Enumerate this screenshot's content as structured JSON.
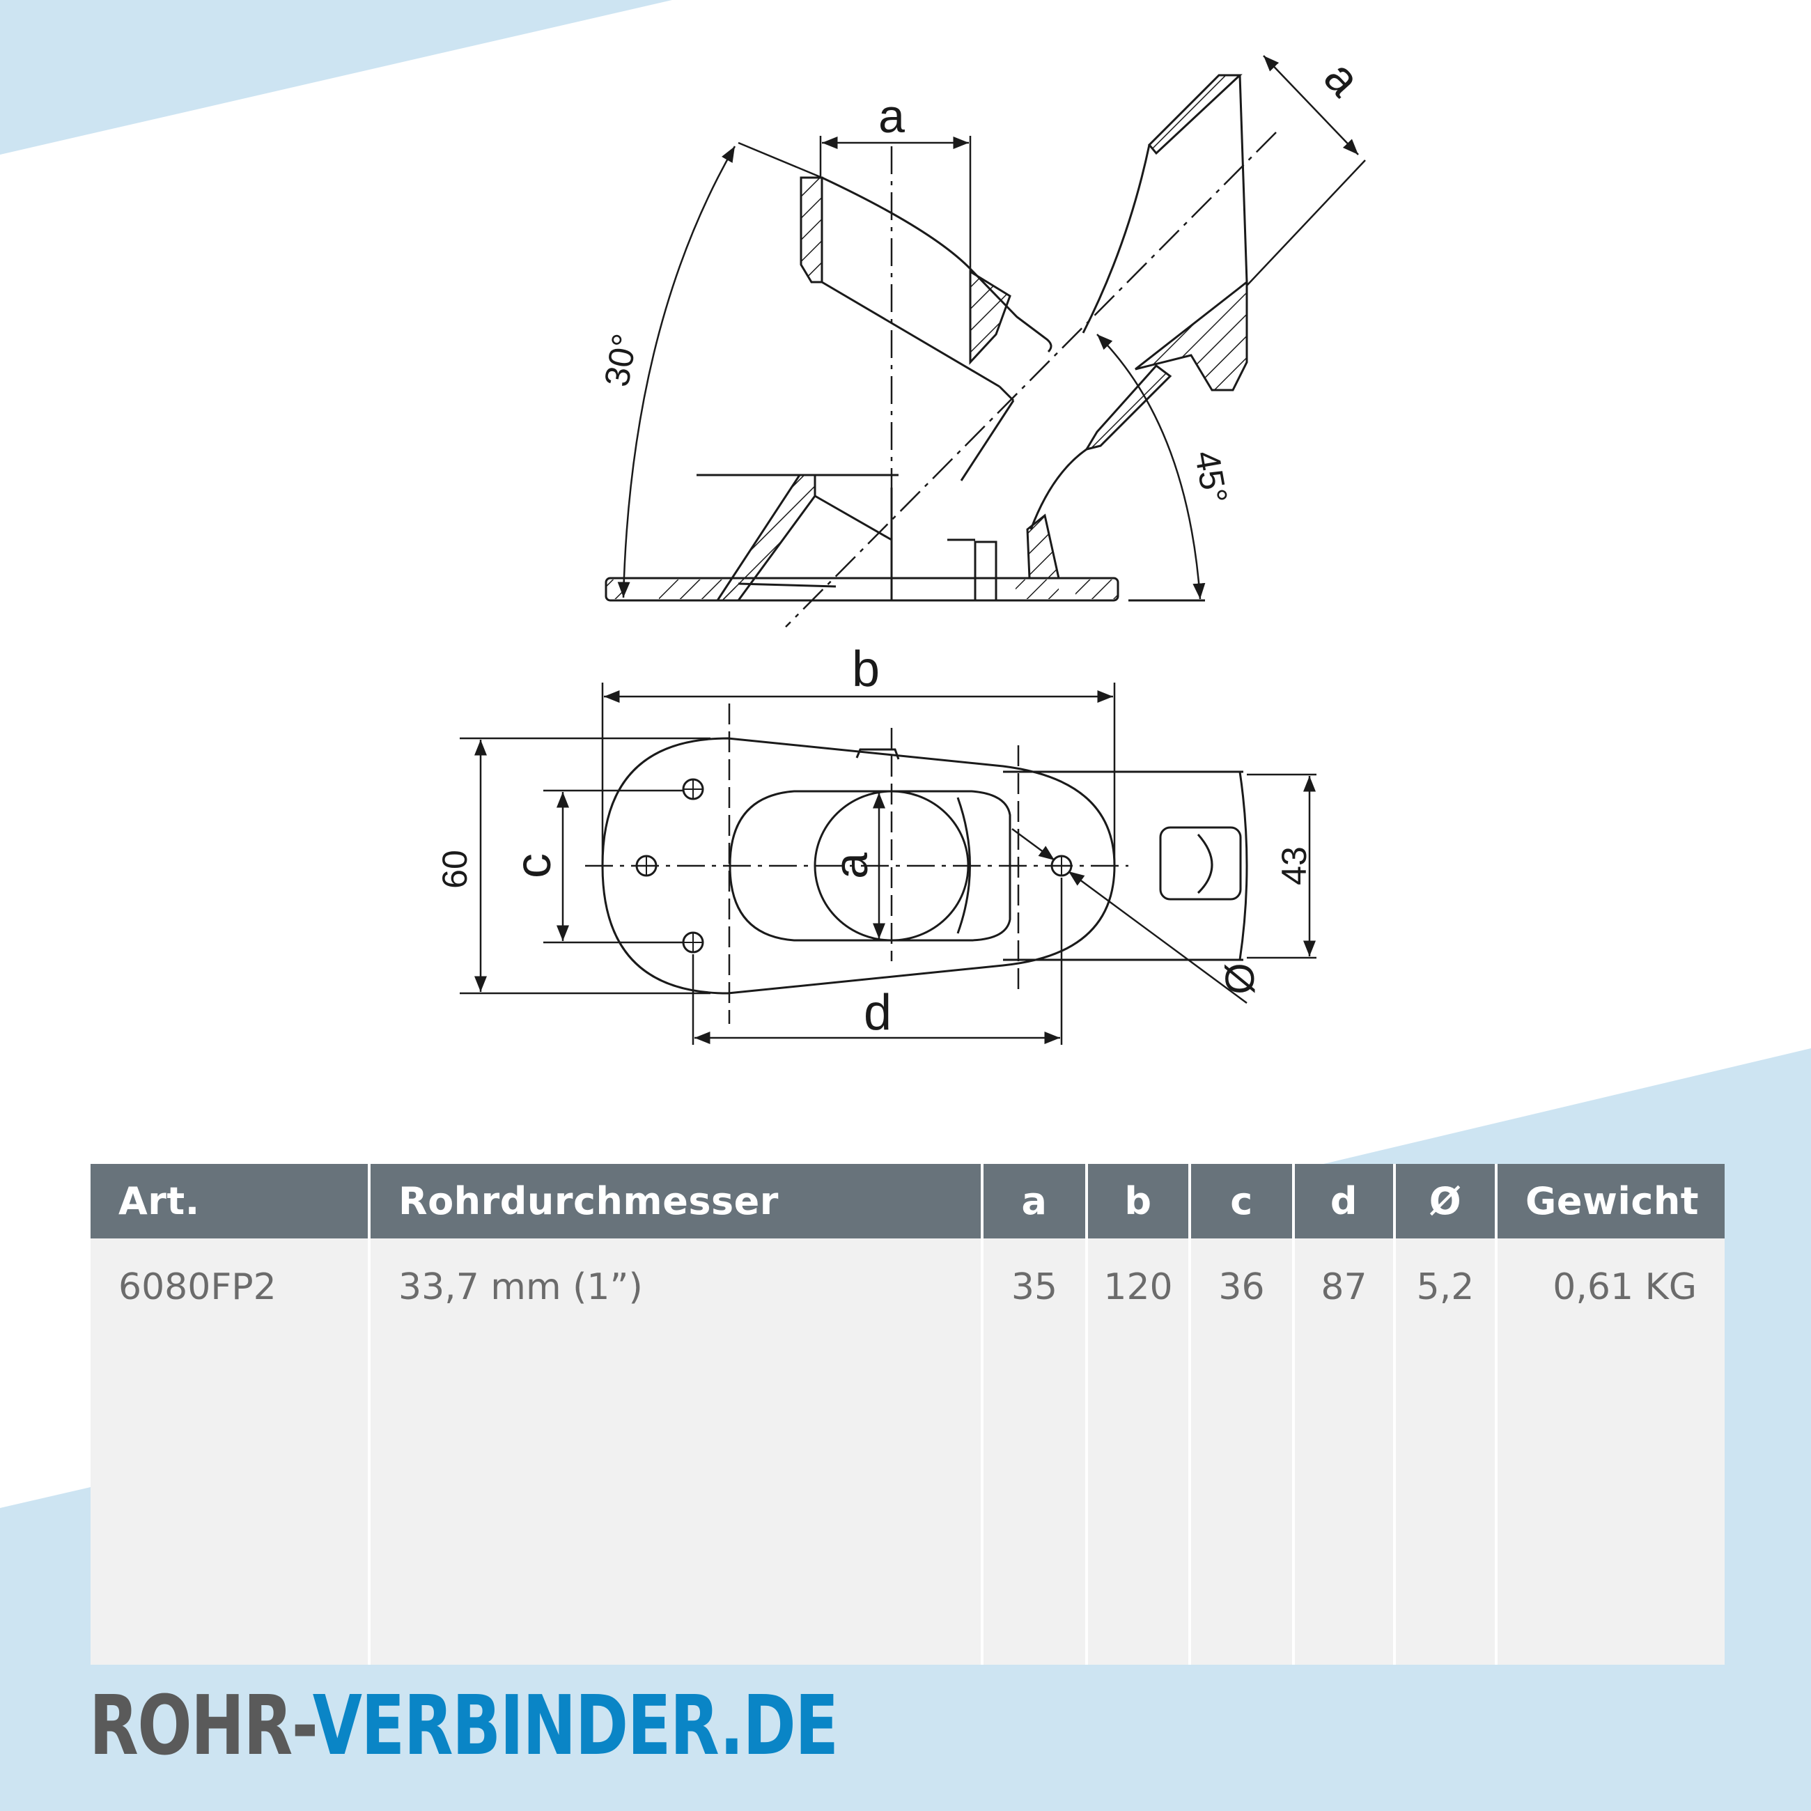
{
  "colors": {
    "background": "#ffffff",
    "accent_light_blue": "#cde4f2",
    "table_header_bg": "#68737b",
    "table_header_text": "#ffffff",
    "table_body_bg": "#f1f1f1",
    "table_body_text": "#6b6b6b",
    "logo_grey": "#5a5a5a",
    "logo_blue": "#0a85c6",
    "drawing_line": "#1a1a1a"
  },
  "drawing": {
    "side_view": {
      "dimension_top_left": "a",
      "dimension_top_right": "a",
      "angle_left": "30°",
      "angle_right": "45°"
    },
    "top_view": {
      "dimension_width": "b",
      "dimension_height": "60",
      "dimension_holes": "c",
      "dimension_pipe": "a",
      "dimension_offset": "d",
      "dimension_right_height": "43",
      "dimension_hole_diameter": "Ø"
    }
  },
  "spec_table": {
    "headers": [
      "Art.",
      "Rohrdurchmesser",
      "a",
      "b",
      "c",
      "d",
      "Ø",
      "Gewicht"
    ],
    "rows": [
      [
        "6080FP2",
        "33,7 mm (1”)",
        "35",
        "120",
        "36",
        "87",
        "5,2",
        "0,61 KG"
      ]
    ]
  },
  "logo": {
    "part1": "ROHR-",
    "part2": "VERBINDER.DE"
  }
}
